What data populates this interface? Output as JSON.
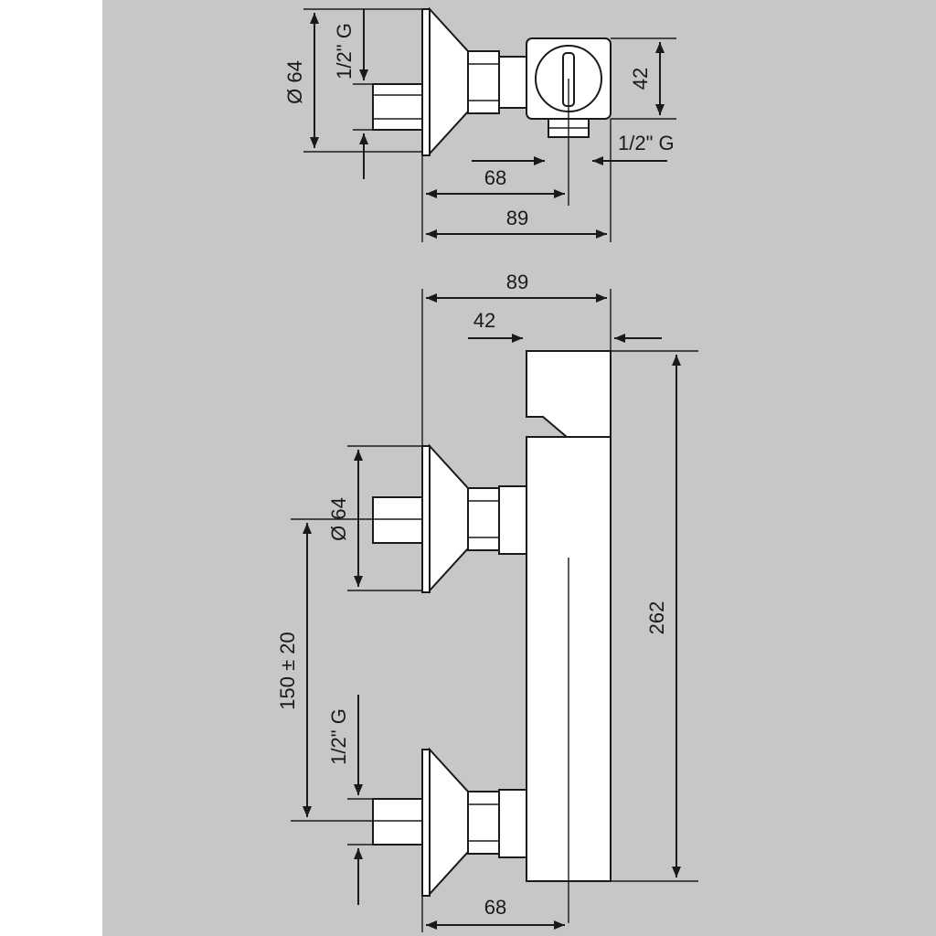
{
  "colors": {
    "background": "#c7c7c7",
    "page": "#ffffff",
    "line": "#1a1a1a"
  },
  "dimensions": {
    "top_view": {
      "diameter": "Ø 64",
      "inlet_thread": "1/2\" G",
      "body_height": "42",
      "outlet_thread": "1/2\" G",
      "outlet_offset": "68",
      "total_depth": "89"
    },
    "front_view": {
      "total_depth": "89",
      "body_width": "42",
      "diameter": "Ø 64",
      "inlet_spacing": "150 ± 20",
      "inlet_thread": "1/2\" G",
      "height": "262",
      "outlet_offset": "68"
    }
  }
}
